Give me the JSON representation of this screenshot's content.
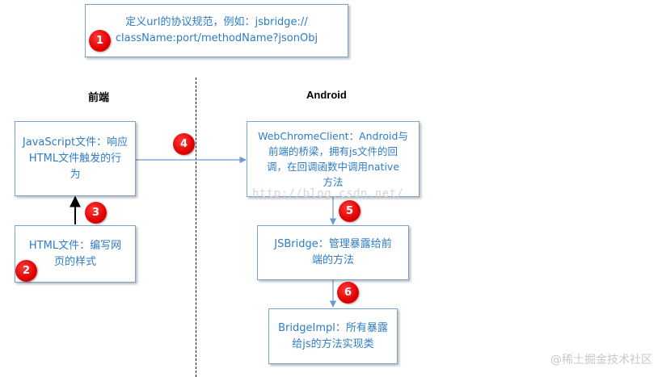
{
  "top_note": {
    "line1": "定义url的协议规范，例如：jsbridge://",
    "line2": "className:port/methodName?jsonObj"
  },
  "headers": {
    "left": "前端",
    "right": "Android"
  },
  "boxes": {
    "javascript": {
      "line1": "JavaScript文件：响应",
      "line2": "HTML文件触发的行",
      "line3": "为"
    },
    "html": {
      "line1": "HTML文件：编写网",
      "line2": "页的样式"
    },
    "webchromeclient": {
      "line1": "WebChromeClient：Android与",
      "line2": "前端的桥梁，拥有js文件的回",
      "line3": "调，在回调函数中调用native",
      "line4": "方法"
    },
    "jsbridge": {
      "line1": "JSBridge：管理暴露给前",
      "line2": "端的方法"
    },
    "bridgeimpl": {
      "line1": "BridgeImpl：所有暴露",
      "line2": "给js的方法实现类"
    }
  },
  "badges": [
    "1",
    "2",
    "3",
    "4",
    "5",
    "6"
  ],
  "watermarks": {
    "url": "http://blog.csdn.net/",
    "site": "@稀土掘金技术社区"
  },
  "colors": {
    "box_text": "#2d7cc4",
    "box_border": "#7aa3cf",
    "badge": "#e00000",
    "connector": "#6b9bd0"
  }
}
